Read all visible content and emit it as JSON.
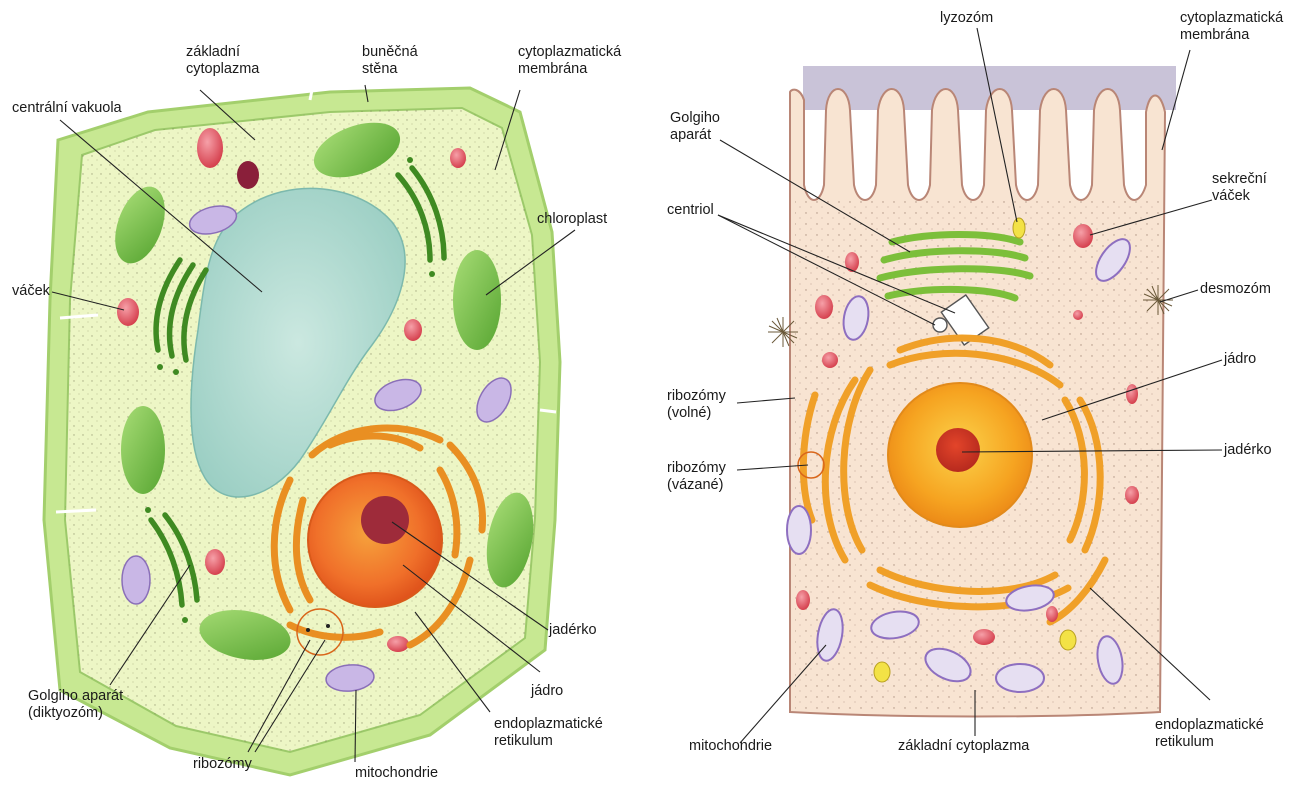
{
  "plant_cell": {
    "labels": {
      "zakladni_cytoplazma": [
        "základní",
        "cytoplazma"
      ],
      "bunecna_stena": [
        "buněčná",
        "stěna"
      ],
      "cytoplazmaticka_membrana": [
        "cytoplazmatická",
        "membrána"
      ],
      "centralni_vakuola": [
        "centrální vakuola"
      ],
      "chloroplast": [
        "chloroplast"
      ],
      "vacek": [
        "váček"
      ],
      "jaderko": [
        "jadérko"
      ],
      "jadro": [
        "jádro"
      ],
      "golgi": [
        "Golgiho aparát",
        "(diktyozóm)"
      ],
      "er": [
        "endoplazmatické",
        "retikulum"
      ],
      "ribozomy": [
        "ribozómy"
      ],
      "mitochondrie": [
        "mitochondrie"
      ]
    }
  },
  "animal_cell": {
    "labels": {
      "lyzozom": [
        "lyzozóm"
      ],
      "cytoplazmaticka_membrana": [
        "cytoplazmatická",
        "membrána"
      ],
      "golgi": [
        "Golgiho",
        "aparát"
      ],
      "sekrecni_vacek": [
        "sekreční",
        "váček"
      ],
      "centriol": [
        "centriol"
      ],
      "desmozom": [
        "desmozóm"
      ],
      "jadro": [
        "jádro"
      ],
      "ribozomy_volne": [
        "ribozómy",
        "(volné)"
      ],
      "jaderko": [
        "jadérko"
      ],
      "ribozomy_vazane": [
        "ribozómy",
        "(vázané)"
      ],
      "mitochondrie": [
        "mitochondrie"
      ],
      "zakladni_cytoplazma": [
        "základní cytoplazma"
      ],
      "er": [
        "endoplazmatické",
        "retikulum"
      ]
    }
  },
  "colors": {
    "plant_wall": "#c9e89a",
    "plant_cytoplasm": "#eef7c6",
    "vacuole": "#b8dccf",
    "chloroplast": "#7cc24a",
    "nucleus": "#f07a1c",
    "nucleolus": "#b0342e",
    "er": "#f0a23a",
    "mitochondria": "#c7b5e6",
    "vesicle": "#d93a4a",
    "animal_cytoplasm": "#f8e6d6",
    "animal_membrane": "#c49483",
    "microvilli_bg": "#c7c1d6",
    "lysosome": "#f2e24a"
  }
}
